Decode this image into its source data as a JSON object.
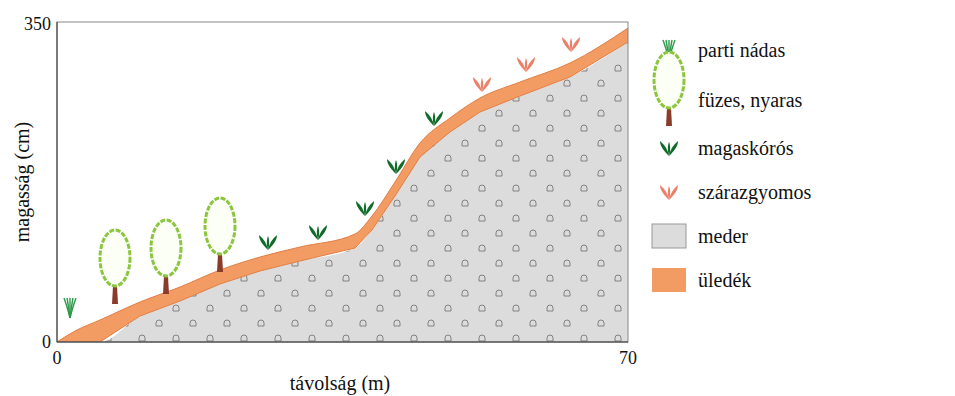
{
  "diagram": {
    "labels": [
      "350",
      "0",
      "0",
      "70",
      "magasság (cm)",
      "távolság (m)"
    ],
    "legend": [
      {
        "text": "parti nádas"
      },
      {
        "text": "füzes, nyaras"
      },
      {
        "text": "magaskórós"
      },
      {
        "text": "szárazgyomos"
      },
      {
        "text": "meder",
        "color": "#dcdcdc"
      },
      {
        "text": "üledék",
        "color": "#f29b62"
      }
    ]
  }
}
